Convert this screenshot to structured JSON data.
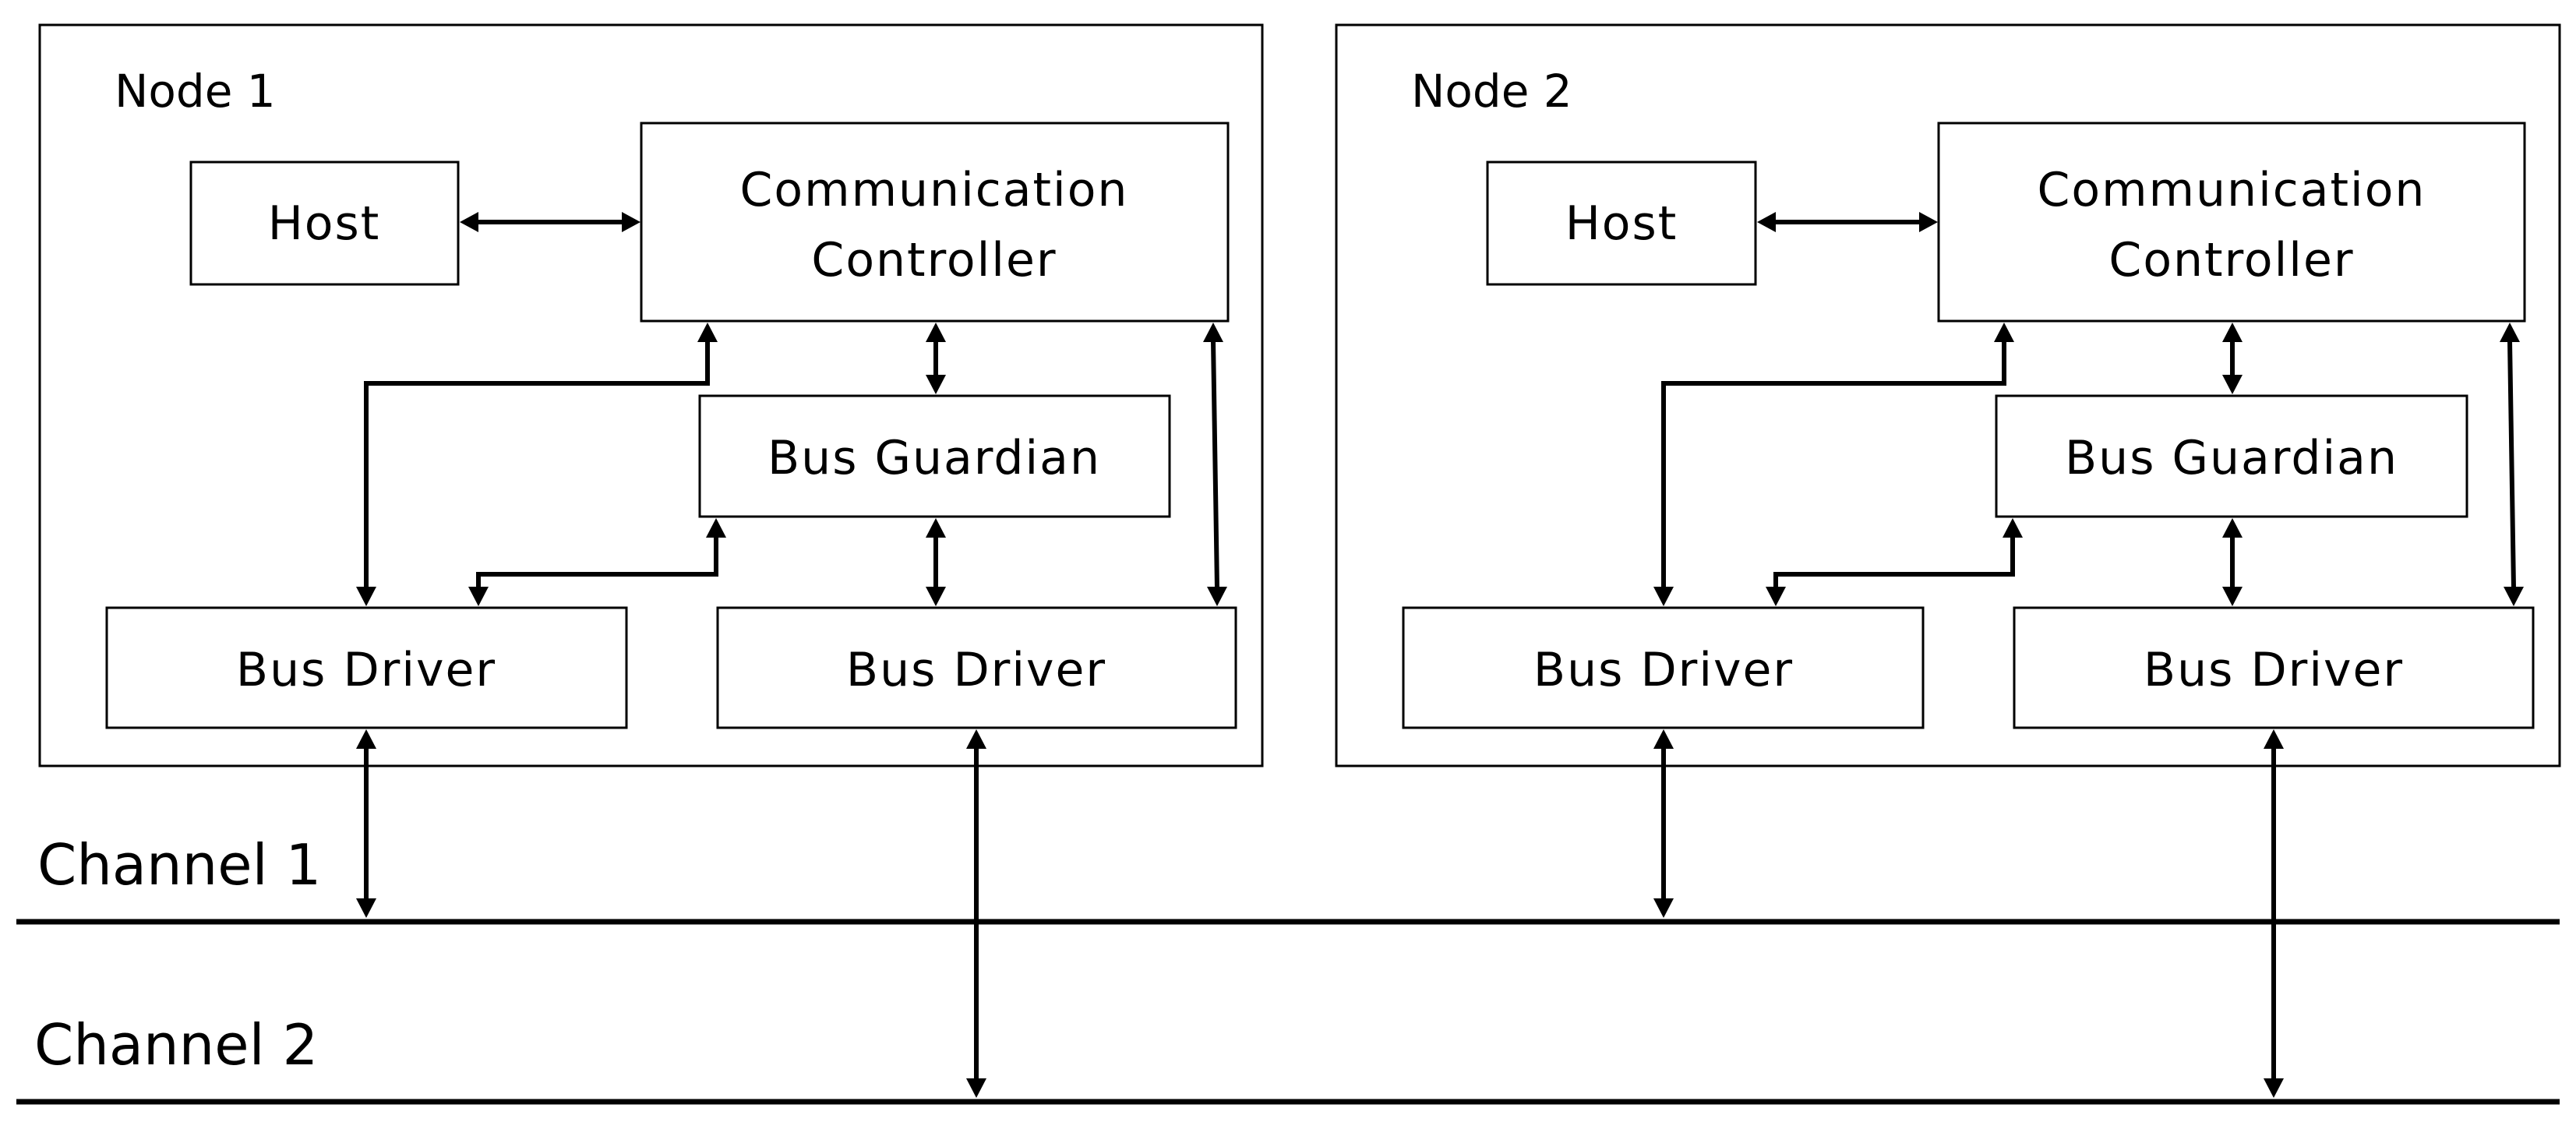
{
  "nodes": [
    {
      "title": "Node 1",
      "host": "Host",
      "controller": [
        "Communication",
        "Controller"
      ],
      "guardian": "Bus Guardian",
      "drivers": [
        "Bus Driver",
        "Bus Driver"
      ]
    },
    {
      "title": "Node 2",
      "host": "Host",
      "controller": [
        "Communication",
        "Controller"
      ],
      "guardian": "Bus Guardian",
      "drivers": [
        "Bus Driver",
        "Bus Driver"
      ]
    }
  ],
  "channels": [
    "Channel 1",
    "Channel 2"
  ]
}
